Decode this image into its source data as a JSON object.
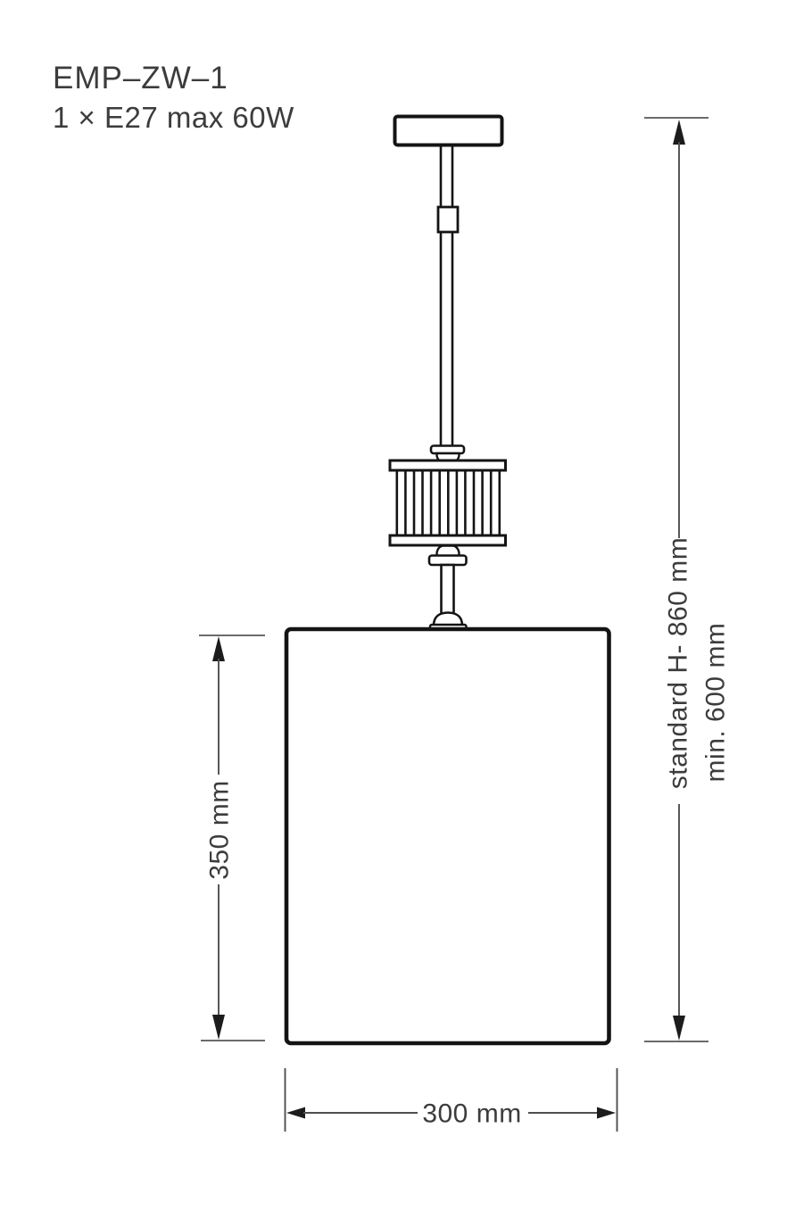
{
  "product": {
    "code": "EMP–ZW–1",
    "spec": "1 × E27 max 60W"
  },
  "dimensions": {
    "shade_height": "350 mm",
    "shade_width": "300 mm",
    "standard_height": "standard H- 860 mm",
    "min_height": "min. 600 mm"
  },
  "colors": {
    "drawing_line": "#141414",
    "dimension_line": "#4f4f4f",
    "arrow": "#1c1c1c",
    "text": "#3c3c3c",
    "background": "#ffffff"
  }
}
